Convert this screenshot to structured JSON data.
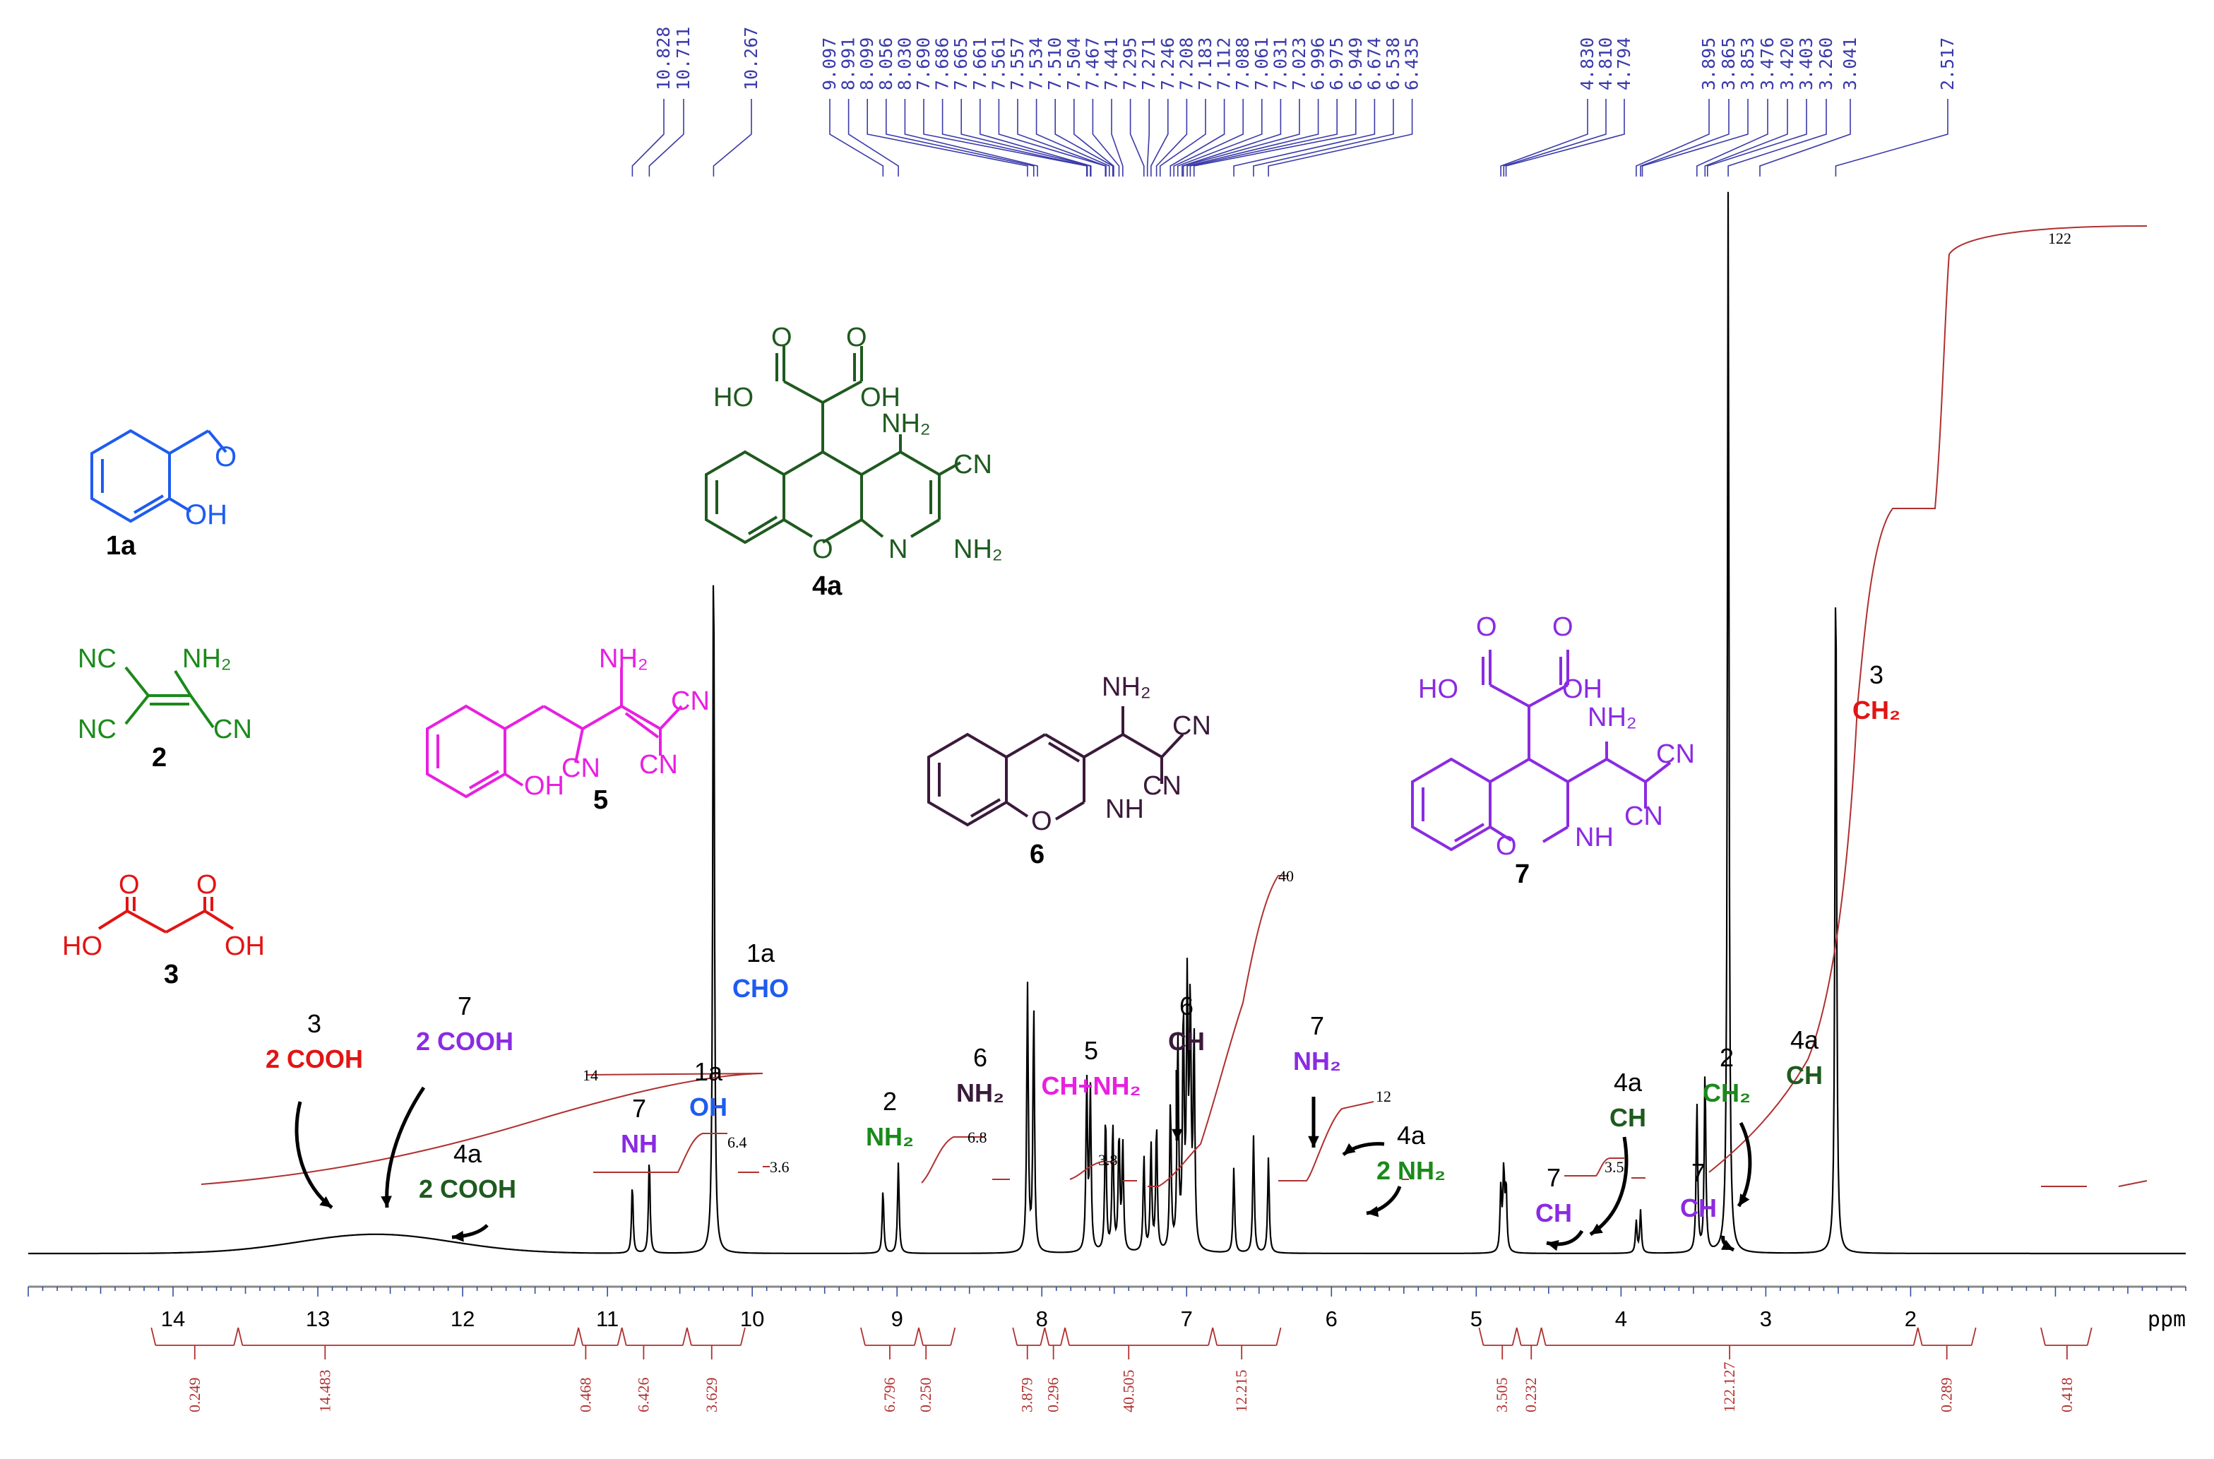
{
  "chart_data": {
    "type": "line",
    "x_unit": "ppm",
    "xlim": [
      15.0,
      0.1
    ],
    "x_ticks": [
      14,
      13,
      12,
      11,
      10,
      9,
      8,
      7,
      6,
      5,
      4,
      3,
      2
    ],
    "peak_labels": [
      "10.828",
      "10.711",
      "10.267",
      "9.097",
      "8.991",
      "8.099",
      "8.056",
      "8.030",
      "7.690",
      "7.686",
      "7.665",
      "7.661",
      "7.561",
      "7.557",
      "7.534",
      "7.510",
      "7.504",
      "7.467",
      "7.441",
      "7.295",
      "7.271",
      "7.246",
      "7.208",
      "7.183",
      "7.112",
      "7.088",
      "7.061",
      "7.031",
      "7.023",
      "6.996",
      "6.975",
      "6.949",
      "6.674",
      "6.538",
      "6.435",
      "4.830",
      "4.810",
      "4.794",
      "3.895",
      "3.865",
      "3.853",
      "3.476",
      "3.420",
      "3.403",
      "3.260",
      "3.041",
      "2.517"
    ],
    "peaks": [
      {
        "ppm": 10.828,
        "height": 0.065
      },
      {
        "ppm": 10.711,
        "height": 0.09
      },
      {
        "ppm": 10.267,
        "height": 0.69
      },
      {
        "ppm": 9.097,
        "height": 0.06
      },
      {
        "ppm": 8.991,
        "height": 0.085
      },
      {
        "ppm": 8.099,
        "height": 0.25
      },
      {
        "ppm": 8.056,
        "height": 0.23
      },
      {
        "ppm": 7.69,
        "height": 0.16
      },
      {
        "ppm": 7.665,
        "height": 0.15
      },
      {
        "ppm": 7.56,
        "height": 0.13
      },
      {
        "ppm": 7.51,
        "height": 0.12
      },
      {
        "ppm": 7.467,
        "height": 0.11
      },
      {
        "ppm": 7.441,
        "height": 0.1
      },
      {
        "ppm": 7.295,
        "height": 0.09
      },
      {
        "ppm": 7.246,
        "height": 0.1
      },
      {
        "ppm": 7.208,
        "height": 0.12
      },
      {
        "ppm": 7.112,
        "height": 0.14
      },
      {
        "ppm": 7.061,
        "height": 0.2
      },
      {
        "ppm": 7.023,
        "height": 0.22
      },
      {
        "ppm": 6.996,
        "height": 0.24
      },
      {
        "ppm": 6.975,
        "height": 0.23
      },
      {
        "ppm": 6.949,
        "height": 0.2
      },
      {
        "ppm": 6.674,
        "height": 0.08
      },
      {
        "ppm": 6.538,
        "height": 0.11
      },
      {
        "ppm": 6.435,
        "height": 0.09
      },
      {
        "ppm": 4.83,
        "height": 0.06
      },
      {
        "ppm": 4.81,
        "height": 0.075
      },
      {
        "ppm": 4.794,
        "height": 0.06
      },
      {
        "ppm": 3.895,
        "height": 0.03
      },
      {
        "ppm": 3.865,
        "height": 0.04
      },
      {
        "ppm": 3.476,
        "height": 0.14
      },
      {
        "ppm": 3.42,
        "height": 0.17
      },
      {
        "ppm": 3.26,
        "height": 1.0
      },
      {
        "ppm": 2.517,
        "height": 0.67
      }
    ],
    "integral_values": [
      {
        "ppm": 13.85,
        "value": "0.249"
      },
      {
        "ppm": 12.95,
        "value": "14.483"
      },
      {
        "ppm": 11.15,
        "value": "0.468"
      },
      {
        "ppm": 10.75,
        "value": "6.426"
      },
      {
        "ppm": 10.28,
        "value": "3.629"
      },
      {
        "ppm": 9.05,
        "value": "6.796"
      },
      {
        "ppm": 8.8,
        "value": "0.250"
      },
      {
        "ppm": 8.1,
        "value": "3.879"
      },
      {
        "ppm": 7.92,
        "value": "0.296"
      },
      {
        "ppm": 7.4,
        "value": "40.505"
      },
      {
        "ppm": 6.62,
        "value": "12.215"
      },
      {
        "ppm": 4.82,
        "value": "3.505"
      },
      {
        "ppm": 4.62,
        "value": "0.232"
      },
      {
        "ppm": 3.25,
        "value": "122.127"
      },
      {
        "ppm": 1.75,
        "value": "0.289"
      },
      {
        "ppm": 0.92,
        "value": "0.418"
      }
    ],
    "integral_marks": [
      {
        "ppm": 10.77,
        "text": "6.4"
      },
      {
        "ppm": 10.05,
        "text": "3.6"
      },
      {
        "ppm": 8.8,
        "text": "6.8"
      },
      {
        "ppm": 7.94,
        "text": "3.8"
      },
      {
        "ppm": 6.55,
        "text": "40"
      },
      {
        "ppm": 5.98,
        "text": "12"
      },
      {
        "ppm": 4.72,
        "text": "3.5"
      },
      {
        "ppm": 2.2,
        "text": "122"
      },
      {
        "ppm": 12.4,
        "text": "14"
      }
    ]
  },
  "annotations": [
    {
      "id": "3",
      "line1": "3",
      "line2": "2 COOH",
      "color": "#e21414"
    },
    {
      "id": "7a",
      "line1": "7",
      "line2": "2 COOH",
      "color": "#8a2be2"
    },
    {
      "id": "4a1",
      "line1": "4a",
      "line2": "2 COOH",
      "color": "#1f5a1f"
    },
    {
      "id": "7b",
      "line1": "7",
      "line2": "NH",
      "color": "#8a2be2"
    },
    {
      "id": "1a1",
      "line1": "1a",
      "line2": "OH",
      "color": "#1e5cf0"
    },
    {
      "id": "1a2",
      "line1": "1a",
      "line2": "CHO",
      "color": "#1e5cf0"
    },
    {
      "id": "2a",
      "line1": "2",
      "line2": "NH₂",
      "color": "#1a8a1a"
    },
    {
      "id": "6a",
      "line1": "6",
      "line2": "NH₂",
      "color": "#3a1a3a"
    },
    {
      "id": "5",
      "line1": "5",
      "line2": "CH+NH₂",
      "color": "#e820e0"
    },
    {
      "id": "6b",
      "line1": "6",
      "line2": "CH",
      "color": "#3a1a3a"
    },
    {
      "id": "7c",
      "line1": "7",
      "line2": "NH₂",
      "color": "#8a2be2"
    },
    {
      "id": "4a2",
      "line1": "4a",
      "line2": "2 NH₂",
      "color": "#1a8a1a"
    },
    {
      "id": "4a3",
      "line1": "4a",
      "line2": "CH",
      "color": "#1f5a1f"
    },
    {
      "id": "7d",
      "line1": "7",
      "line2": "CH",
      "color": "#8a2be2"
    },
    {
      "id": "7e",
      "line1": "7",
      "line2": "CH",
      "color": "#8a2be2"
    },
    {
      "id": "2b",
      "line1": "2",
      "line2": "CH₂",
      "color": "#1a8a1a"
    },
    {
      "id": "4a4",
      "line1": "4a",
      "line2": "CH",
      "color": "#1f5a1f"
    },
    {
      "id": "3b",
      "line1": "3",
      "line2": "CH₂",
      "color": "#e21414"
    }
  ],
  "structures": {
    "s1a": {
      "label": "1a",
      "color": "#1e5cf0",
      "atoms": [
        "O",
        "OH"
      ]
    },
    "s2": {
      "label": "2",
      "color": "#1a8a1a",
      "atoms": [
        "NC",
        "NH₂",
        "NC",
        "CN"
      ]
    },
    "s3": {
      "label": "3",
      "color": "#e21414",
      "atoms": [
        "O",
        "O",
        "HO",
        "OH"
      ]
    },
    "s4a": {
      "label": "4a",
      "color": "#1f5a1f",
      "atoms": [
        "O",
        "O",
        "HO",
        "OH",
        "NH₂",
        "CN",
        "NH₂",
        "N",
        "O"
      ]
    },
    "s5": {
      "label": "5",
      "color": "#e820e0",
      "atoms": [
        "NH₂",
        "CN",
        "CN",
        "CN",
        "OH"
      ]
    },
    "s6": {
      "label": "6",
      "color": "#3a1a3a",
      "atoms": [
        "NH₂",
        "CN",
        "CN",
        "NH",
        "O"
      ]
    },
    "s7": {
      "label": "7",
      "color": "#8a2be2",
      "atoms": [
        "O",
        "O",
        "HO",
        "OH",
        "NH₂",
        "CN",
        "CN",
        "NH",
        "O"
      ]
    }
  },
  "colors": {
    "spectrum": "#000000",
    "integral": "#b03030",
    "peaklabel": "#3a3aaa",
    "axis": "#3050a0"
  }
}
